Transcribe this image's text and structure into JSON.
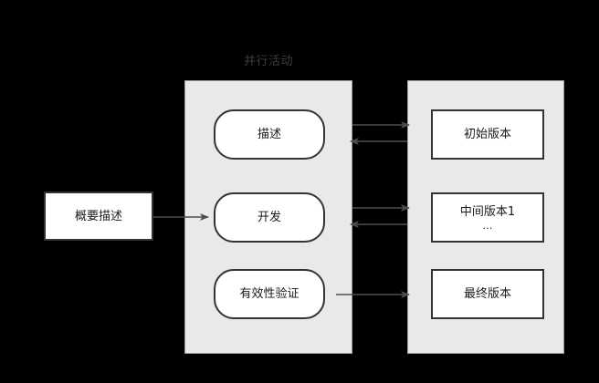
{
  "diagram": {
    "title_parallel": "并行活动",
    "background_color": "#000000",
    "panel_fill": "#e9e9e9",
    "panel_border": "#9a9a9a",
    "node_fill": "#ffffff",
    "node_border": "#333333",
    "connector_color": "#4d4d4d",
    "title_color": "#3d3d3d"
  },
  "nodes": {
    "summary": {
      "label": "概要描述"
    },
    "describe": {
      "label": "描述"
    },
    "develop": {
      "label": "开发"
    },
    "validate": {
      "label": "有效性验证"
    },
    "initial": {
      "label": "初始版本"
    },
    "middle": {
      "label": "中间版本1",
      "sub": "…"
    },
    "final": {
      "label": "最终版本"
    }
  },
  "connectors": [
    {
      "name": "summary-to-develop",
      "direction": "right"
    },
    {
      "name": "describe-to-initial",
      "direction": "right"
    },
    {
      "name": "initial-to-describe",
      "direction": "left"
    },
    {
      "name": "develop-to-middle",
      "direction": "right"
    },
    {
      "name": "middle-to-develop",
      "direction": "left"
    },
    {
      "name": "validate-to-final",
      "direction": "right"
    }
  ]
}
